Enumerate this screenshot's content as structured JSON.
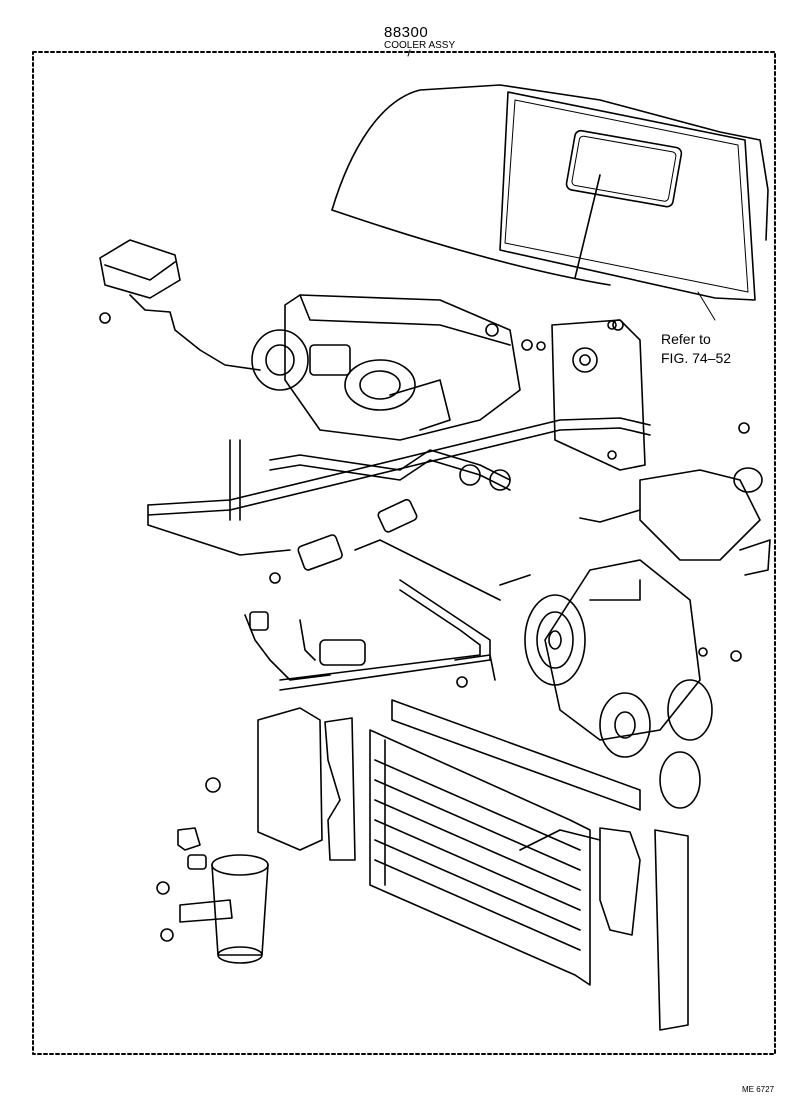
{
  "header": {
    "part_number": "88300",
    "part_name": "COOLER ASSY"
  },
  "reference": {
    "line1": "Refer to",
    "line2": "FIG. 74–52"
  },
  "footer": {
    "code": "ME 6727"
  }
}
